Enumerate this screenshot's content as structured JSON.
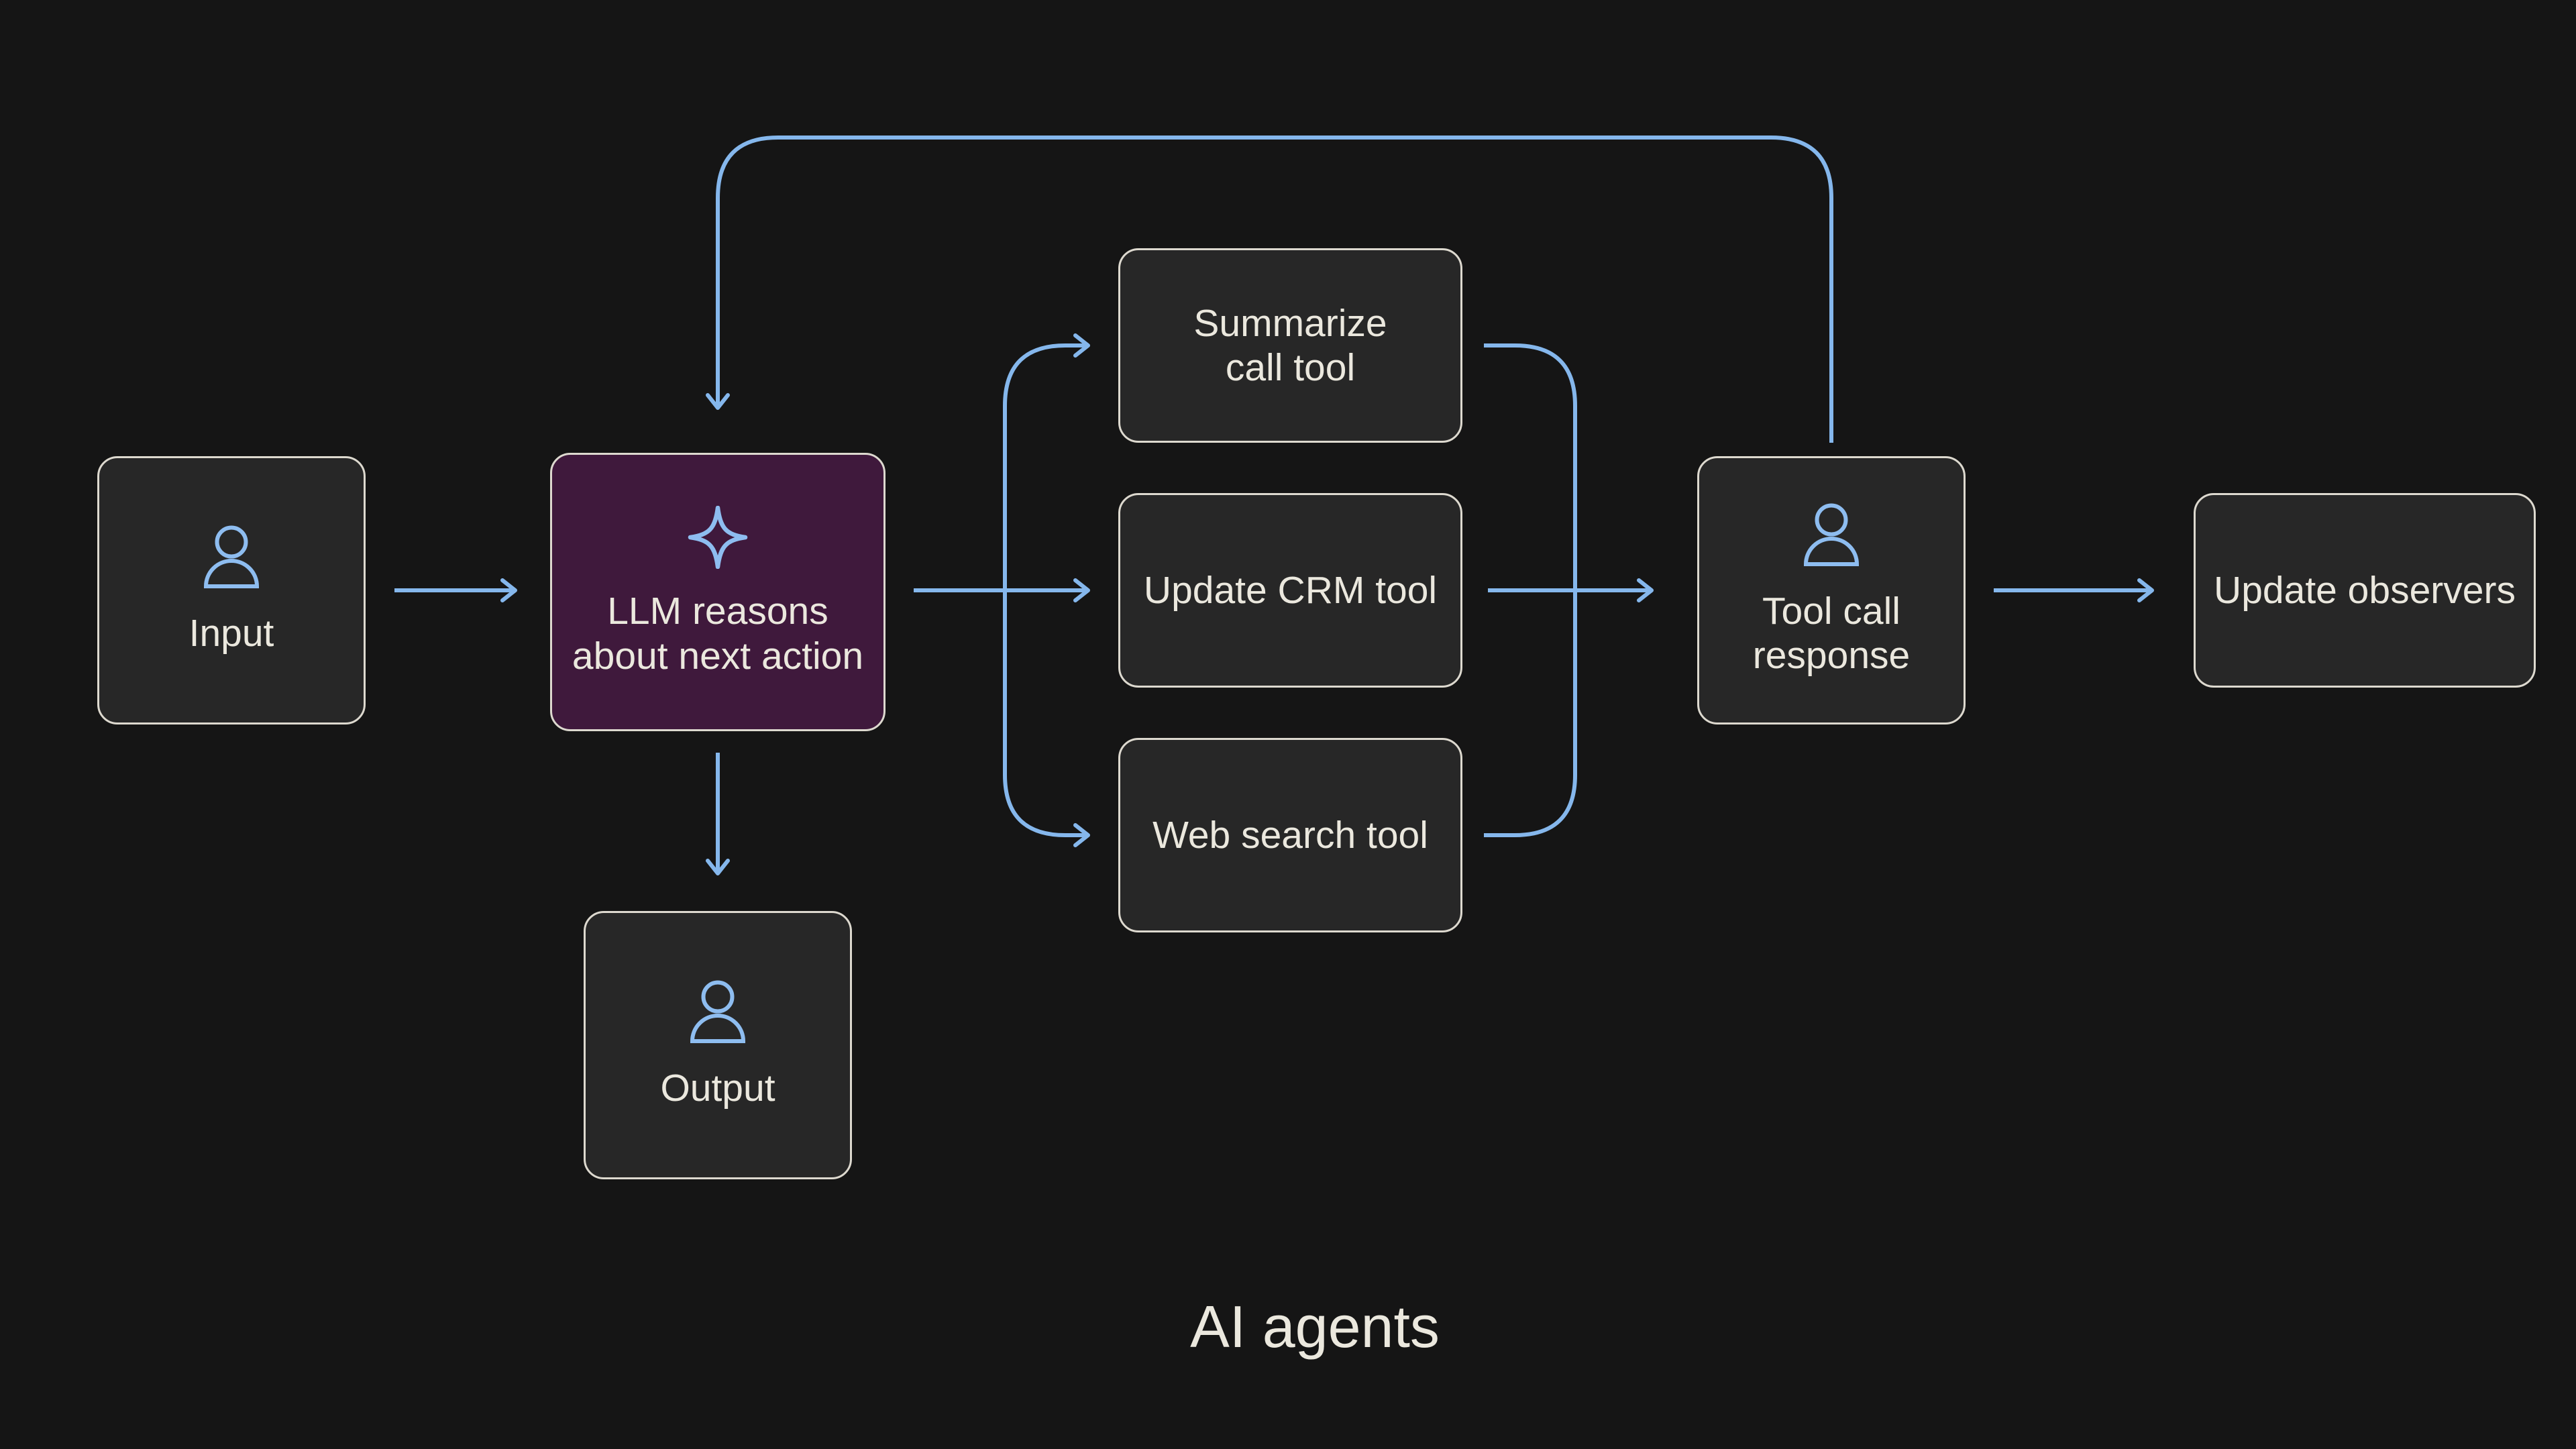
{
  "title": "AI agents",
  "colors": {
    "background": "#151515",
    "node_fill": "#272727",
    "node_border": "#ddd9cf",
    "accent_purple": "#3f193c",
    "arrow_blue": "#85b7ec",
    "icon_blue": "#8ebdf0",
    "text": "#ebe8de"
  },
  "nodes": {
    "input": {
      "label": "Input",
      "lines": [
        "Input"
      ],
      "icon": "person-icon"
    },
    "llm": {
      "label": "LLM reasons about next action",
      "lines": [
        "LLM reasons",
        "about next action"
      ],
      "icon": "sparkle-icon"
    },
    "summarize": {
      "label": "Summarize call tool",
      "lines": [
        "Summarize",
        "call tool"
      ]
    },
    "crm": {
      "label": "Update CRM tool",
      "lines": [
        "Update CRM tool"
      ]
    },
    "websearch": {
      "label": "Web search tool",
      "lines": [
        "Web search tool"
      ]
    },
    "response": {
      "label": "Tool call response",
      "lines": [
        "Tool call",
        "response"
      ],
      "icon": "person-icon"
    },
    "observers": {
      "label": "Update observers",
      "lines": [
        "Update observers"
      ]
    },
    "output": {
      "label": "Output",
      "lines": [
        "Output"
      ],
      "icon": "person-icon"
    }
  },
  "edges": [
    {
      "from": "input",
      "to": "llm"
    },
    {
      "from": "llm",
      "to": "summarize"
    },
    {
      "from": "llm",
      "to": "crm"
    },
    {
      "from": "llm",
      "to": "websearch"
    },
    {
      "from": "summarize",
      "to": "response"
    },
    {
      "from": "crm",
      "to": "response"
    },
    {
      "from": "websearch",
      "to": "response"
    },
    {
      "from": "response",
      "to": "llm",
      "type": "feedback-loop"
    },
    {
      "from": "llm",
      "to": "output"
    },
    {
      "from": "response",
      "to": "observers"
    }
  ]
}
